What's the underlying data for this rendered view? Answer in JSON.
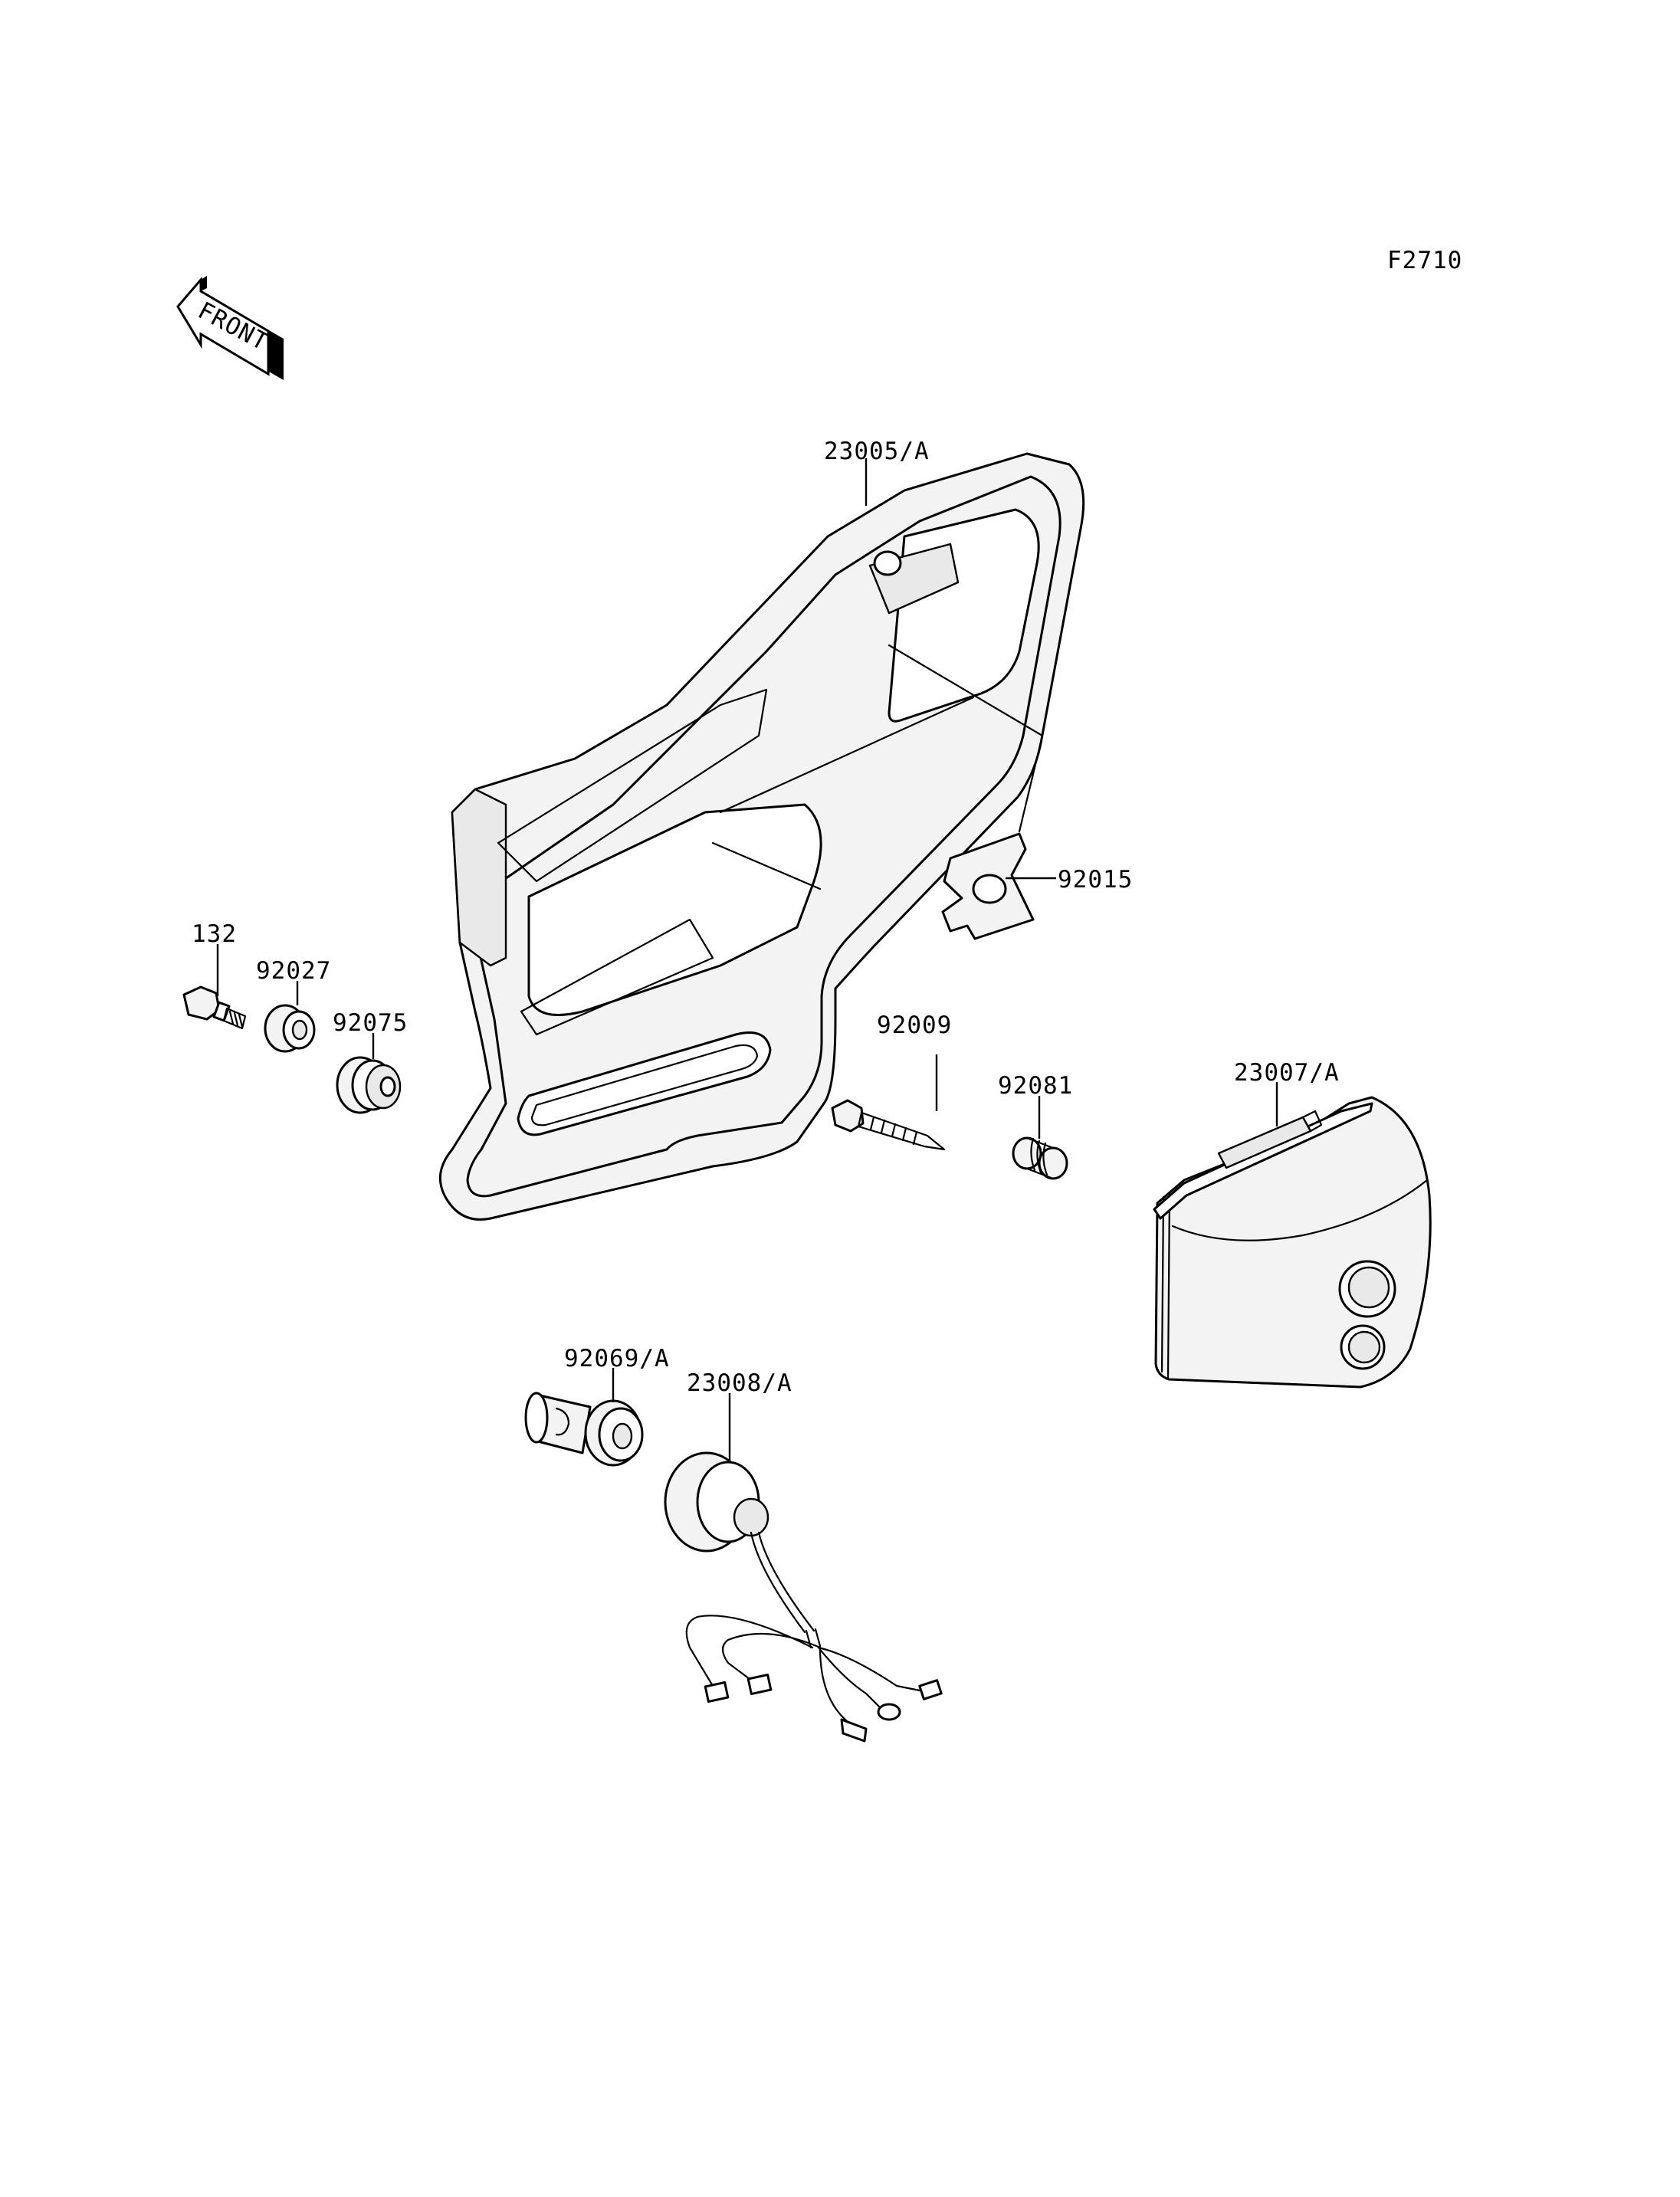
{
  "figure_code": "F2710",
  "front_arrow_label": "FRONT",
  "callouts": {
    "cover": "23005/A",
    "pad": "92015",
    "bolt": "132",
    "collar": "92027",
    "grommet": "92075",
    "screw": "92009",
    "spring": "92081",
    "lamp_assembly": "23007/A",
    "bulb": "92069/A",
    "socket": "23008/A"
  }
}
